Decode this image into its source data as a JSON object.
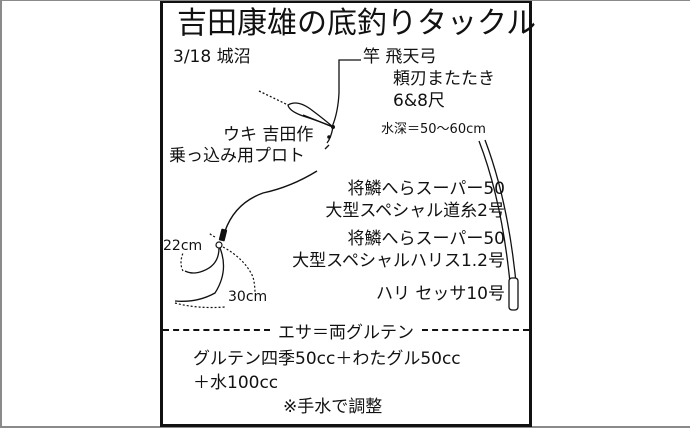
{
  "diagram": {
    "title": "吉田康雄の底釣りタックル",
    "date_location": "3/18 城沼",
    "rod": {
      "label_line1": "竿 飛天弓",
      "label_line2": "頼刃またたき",
      "label_line3": "6&8尺"
    },
    "water_depth": "水深＝50〜60cm",
    "float": {
      "label_line1": "ウキ 吉田作",
      "label_line2": "乗っ込み用プロト"
    },
    "main_line": {
      "label_line1": "将鱗へらスーパー50",
      "label_line2": "大型スペシャル道糸2号"
    },
    "leader": {
      "label_line1": "将鱗へらスーパー50",
      "label_line2": "大型スペシャルハリス1.2号"
    },
    "hook": "ハリ セッサ10号",
    "leader_lengths": {
      "upper": "22cm",
      "lower": "30cm"
    },
    "bait": {
      "title": "エサ＝両グルテン",
      "recipe_line1": "グルテン四季50cc＋わたグル50cc",
      "recipe_line2": "＋水100cc",
      "note": "※手水で調整"
    },
    "colors": {
      "line": "#111111",
      "border": "#111111",
      "background": "#ffffff",
      "outer_frame": "#8a8a8a"
    }
  }
}
